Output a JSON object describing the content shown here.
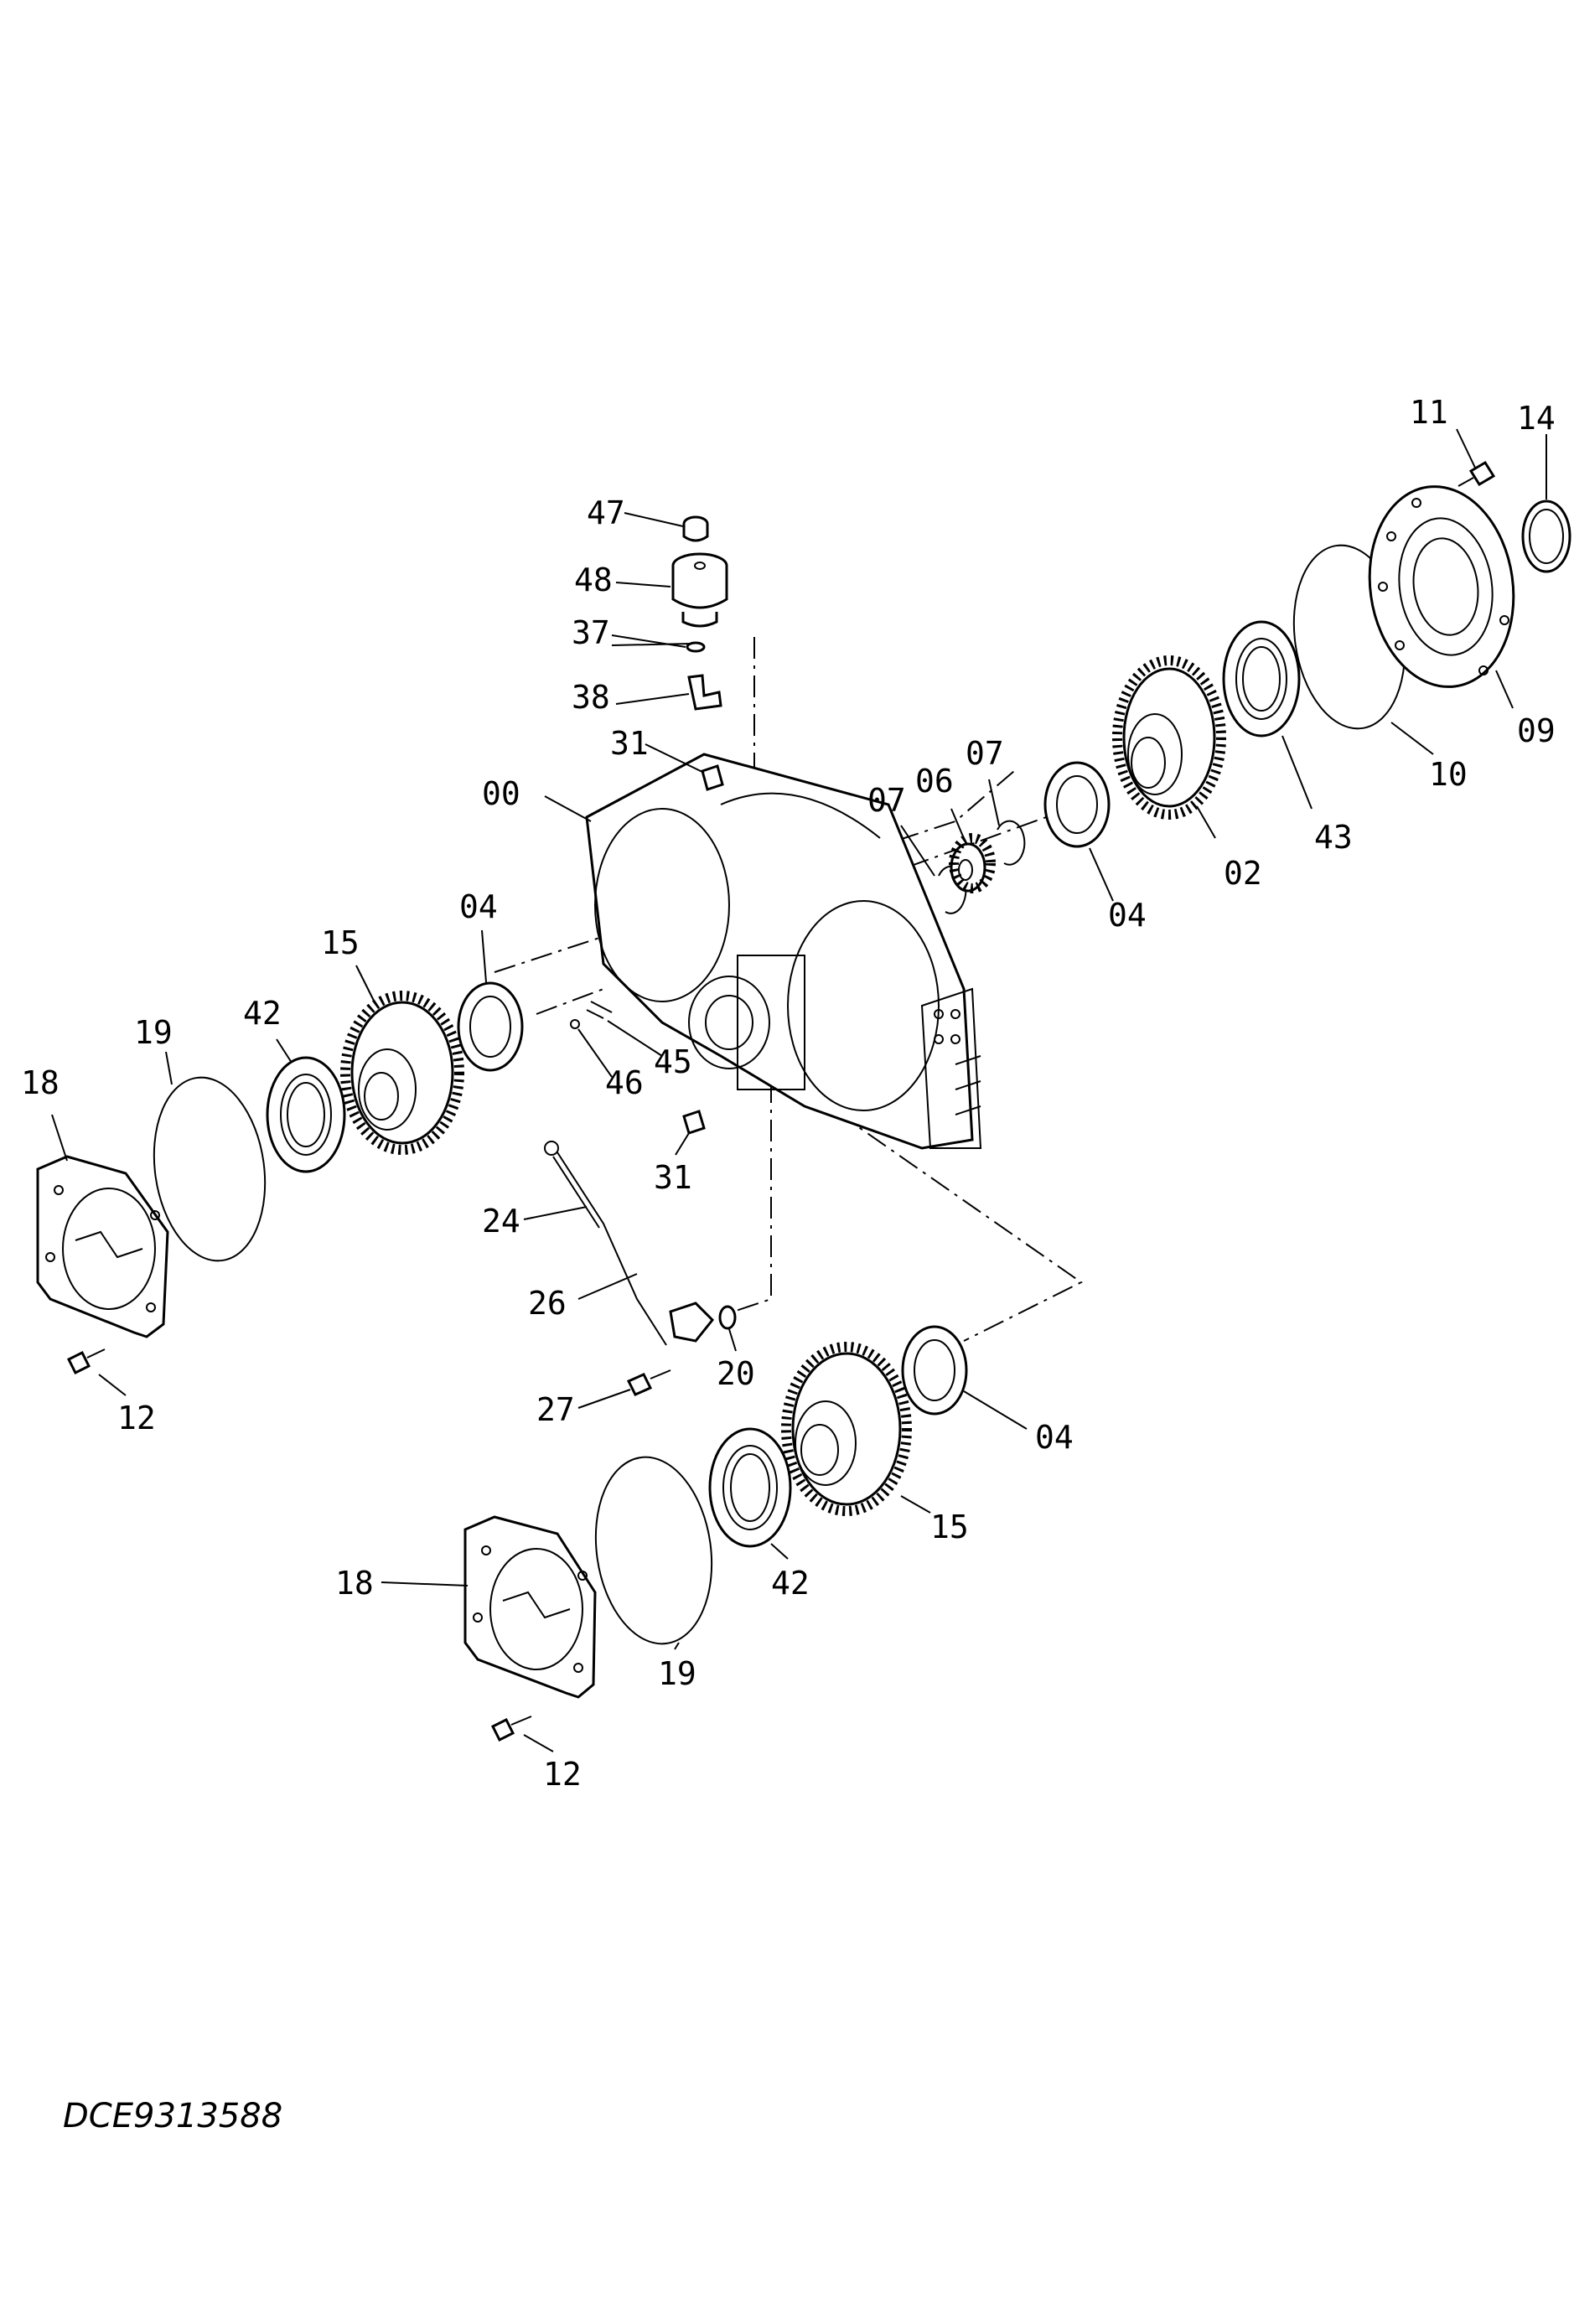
{
  "labels": {
    "l00": "00",
    "l02": "02",
    "l04a": "04",
    "l04b": "04",
    "l04c": "04",
    "l06": "06",
    "l07a": "07",
    "l07b": "07",
    "l09": "09",
    "l10": "10",
    "l11": "11",
    "l12a": "12",
    "l12b": "12",
    "l14": "14",
    "l15a": "15",
    "l15b": "15",
    "l18a": "18",
    "l18b": "18",
    "l19a": "19",
    "l19b": "19",
    "l20": "20",
    "l24": "24",
    "l26": "26",
    "l27": "27",
    "l31a": "31",
    "l31b": "31",
    "l37": "37",
    "l38": "38",
    "l42a": "42",
    "l42b": "42",
    "l43": "43",
    "l45": "45",
    "l46": "46",
    "l47": "47",
    "l48": "48"
  },
  "drawing_code": "DCE9313588"
}
